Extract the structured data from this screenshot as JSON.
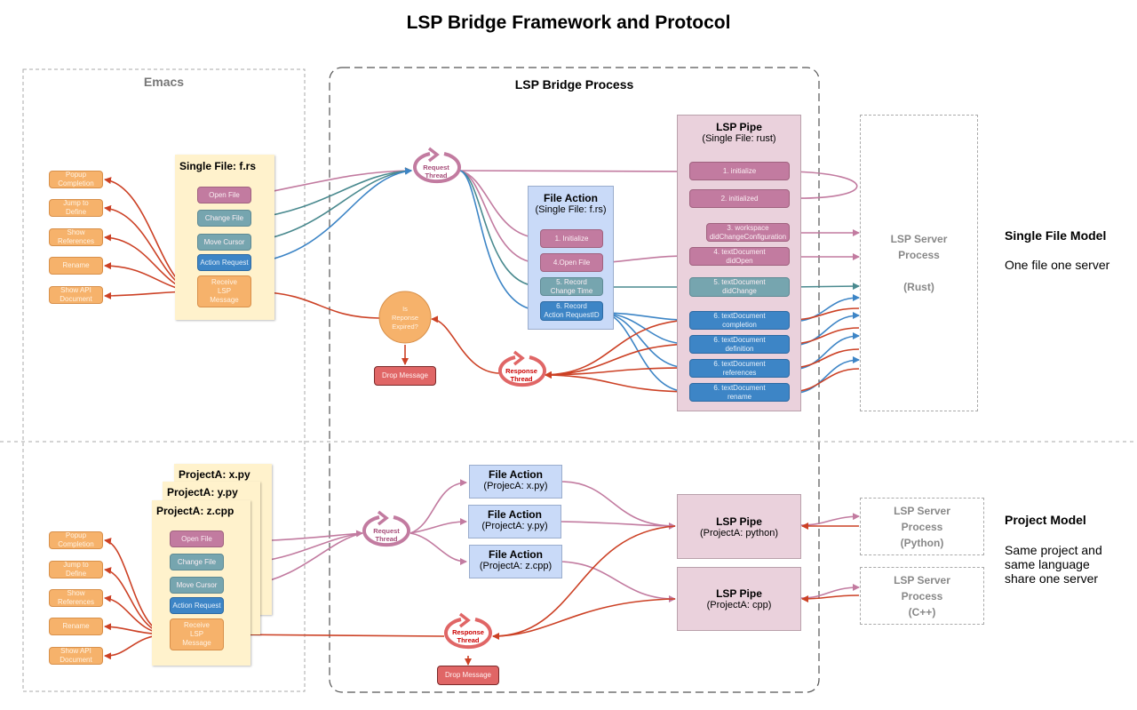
{
  "title": "LSP Bridge Framework and Protocol",
  "regions": {
    "emacs": "Emacs",
    "bridge": "LSP Bridge Process"
  },
  "colors": {
    "request": "#c27ba0",
    "change": "#4a8a8f",
    "action": "#3d85c6",
    "response": "#cc4125",
    "doc_bg": "#fff2cc",
    "file_action_bg": "#c9daf8",
    "pipe_bg": "#ead1dc"
  },
  "single": {
    "emacs_outputs": [
      "Popup\nCompletion",
      "Jump to\nDefine",
      "Show\nReferences",
      "Rename",
      "Show API\nDocument"
    ],
    "doc_title": "Single File: f.rs",
    "doc_buttons": [
      "Open File",
      "Change File",
      "Move Cursor",
      "Action Request",
      "Receive\nLSP\nMessage"
    ],
    "request_thread": "Request\nThread",
    "response_thread": "Response\nThread",
    "expired_check": "Is\nReponse\nExpired?",
    "drop_message": "Drop Message",
    "file_action": {
      "title": "File Action",
      "subtitle": "(Single File: f.rs)",
      "steps": [
        "1. Initialize",
        "4.Open File",
        "5. Record\nChange Time",
        "6. Record\nAction RequestID"
      ]
    },
    "lsp_pipe": {
      "title": "LSP Pipe",
      "subtitle": "(Single File: rust)",
      "steps": [
        "1. initialize",
        "2. initialized",
        "3. workspace\ndidChangeConfiguration",
        "4. textDocument\ndidOpen",
        "5. textDocument\ndidChange",
        "6. textDocument\ncompletion",
        "6. textDocument\ndefinition",
        "6. textDocument\nreferences",
        "6. textDocument\nrename"
      ]
    },
    "server": "LSP Server\nProcess\n\n(Rust)",
    "model_title": "Single File Model",
    "model_desc": "One file one server"
  },
  "project": {
    "emacs_outputs": [
      "Popup\nCompletion",
      "Jump to\nDefine",
      "Show\nReferences",
      "Rename",
      "Show API\nDocument"
    ],
    "doc_titles": [
      "ProjectA: x.py",
      "ProjectA: y.py",
      "ProjectA: z.cpp"
    ],
    "doc_buttons": [
      "Open File",
      "Change File",
      "Move Cursor",
      "Action Request",
      "Receive\nLSP\nMessage"
    ],
    "request_thread": "Request\nThread",
    "response_thread": "Response\nThread",
    "drop_message": "Drop Message",
    "file_actions": [
      {
        "title": "File Action",
        "subtitle": "(ProjecA: x.py)"
      },
      {
        "title": "File Action",
        "subtitle": "(ProjectA: y.py)"
      },
      {
        "title": "File Action",
        "subtitle": "(ProjectA: z.cpp)"
      }
    ],
    "lsp_pipes": [
      {
        "title": "LSP Pipe",
        "subtitle": "(ProjectA: python)"
      },
      {
        "title": "LSP Pipe",
        "subtitle": "(ProjectA: cpp)"
      }
    ],
    "servers": [
      "LSP Server\nProcess\n(Python)",
      "LSP Server\nProcess\n(C++)"
    ],
    "model_title": "Project Model",
    "model_desc": "Same project and\nsame language\nshare one server"
  }
}
